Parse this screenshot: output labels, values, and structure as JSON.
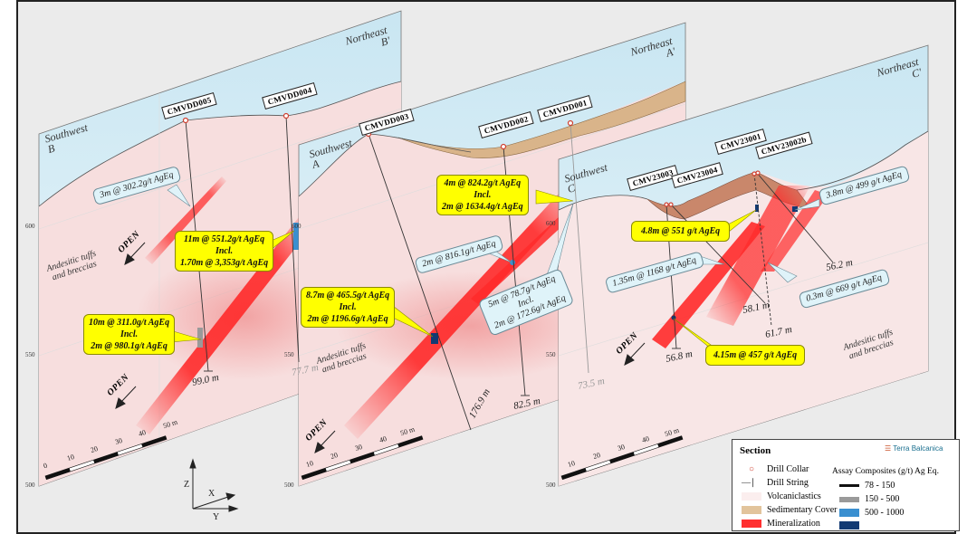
{
  "sections": {
    "B": {
      "sw": "Southwest",
      "sw_letter": "B",
      "ne": "Northeast",
      "ne_letter": "B'"
    },
    "A": {
      "sw": "Southwest",
      "sw_letter": "A",
      "ne": "Northeast",
      "ne_letter": "A'"
    },
    "C": {
      "sw": "Southwest",
      "sw_letter": "C",
      "ne": "Northeast",
      "ne_letter": "C'"
    }
  },
  "holes": [
    {
      "id": "CMVDD005",
      "depth": "99.0 m"
    },
    {
      "id": "CMVDD004",
      "depth": "77.7 m"
    },
    {
      "id": "CMVDD003",
      "depth": "176.9 m"
    },
    {
      "id": "CMVDD002",
      "depth": "82.5 m"
    },
    {
      "id": "CMVDD001",
      "depth": "73.5 m"
    },
    {
      "id": "CMV23003",
      "depth": "56.8 m"
    },
    {
      "id": "CMV23004",
      "depth": "58.1 m"
    },
    {
      "id": "CMV23001",
      "depth": "61.7 m"
    },
    {
      "id": "CMV23002b",
      "depth": "56.2 m"
    }
  ],
  "yellow_callouts": [
    {
      "l1": "11m @ 551.2g/t AgEq",
      "l2": "Incl.",
      "l3": "1.70m @ 3,353g/t AgEq"
    },
    {
      "l1": "10m @ 311.0g/t AgEq",
      "l2": "Incl.",
      "l3": "2m @ 980.1g/t AgEq"
    },
    {
      "l1": "8.7m @ 465.5g/t AgEq",
      "l2": "Incl.",
      "l3": "2m @ 1196.6g/t AgEq"
    },
    {
      "l1": "4m @ 824.2g/t AgEq",
      "l2": "Incl.",
      "l3": "2m @ 1634.4g/t AgEq"
    },
    {
      "l1": "4.8m @ 551 g/t AgEq"
    },
    {
      "l1": "4.15m @ 457 g/t AgEq"
    }
  ],
  "blue_callouts": [
    {
      "l1": "3m @ 302.2g/t AgEq"
    },
    {
      "l1": "2m @ 816.1g/t AgEq"
    },
    {
      "l1": "5m @ 78.7g/t AgEq",
      "l2": "Incl.",
      "l3": "2m @ 172.6g/t AgEq"
    },
    {
      "l1": "1.35m @ 1168 g/t AgEq"
    },
    {
      "l1": "0.3m @ 669 g/t AgEq"
    },
    {
      "l1": "3.8m @ 499 g/t AgEq"
    }
  ],
  "rock": {
    "l1": "Andesitic tuffs",
    "l2": "and breccias"
  },
  "open_label": "OPEN",
  "elevations": [
    "600",
    "550",
    "500"
  ],
  "scale_ticks": [
    "0",
    "10",
    "20",
    "30",
    "40",
    "50 m"
  ],
  "axes": {
    "z": "Z",
    "x": "X",
    "y": "Y"
  },
  "legend": {
    "title": "Section",
    "logo": "Terra Balcanica",
    "items": [
      "Drill Collar",
      "Drill String",
      "Volcaniclastics",
      "Sedimentary Cover",
      "Mineralization"
    ],
    "assay_title": "Assay Composites (g/t) Ag Eq.",
    "assay": [
      {
        "label": "78 - 150",
        "color": "#111111"
      },
      {
        "label": "150 - 500",
        "color": "#9a9a9a"
      },
      {
        "label": "500 - 1000",
        "color": "#3a8fd0"
      },
      {
        "color": "#123a73"
      }
    ]
  },
  "colors": {
    "sky": "#d4ecf5",
    "rock": "#f6dede",
    "cover": "#d9b48a",
    "mineral": "#ff2a2a",
    "callout": "#ffff00"
  }
}
